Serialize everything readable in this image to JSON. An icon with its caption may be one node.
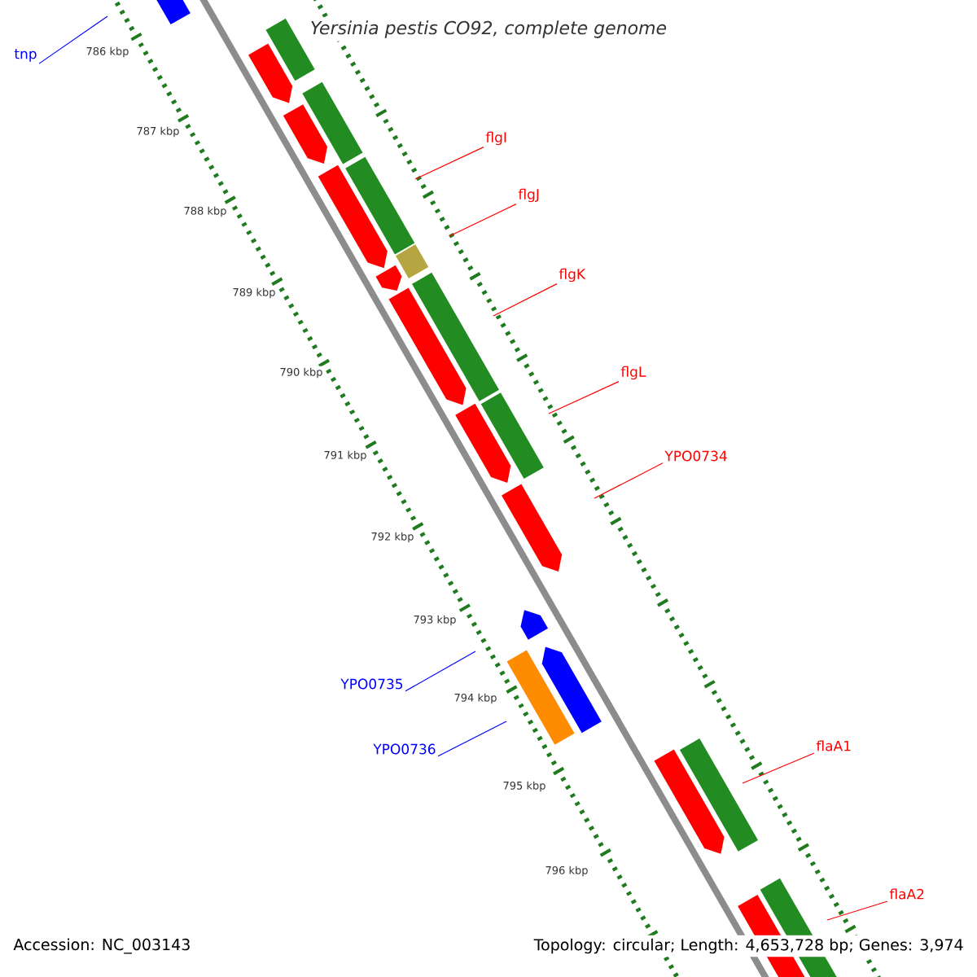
{
  "diagram": {
    "title": "Yersinia pestis CO92, complete genome",
    "nodes": [
      {
        "text": [
          "tnp"
        ]
      },
      {
        "text": [
          "flgI"
        ]
      },
      {
        "text": [
          "flgJ"
        ]
      },
      {
        "text": [
          "flgK"
        ]
      },
      {
        "text": [
          "flgL"
        ]
      },
      {
        "text": [
          "YPO0734"
        ]
      },
      {
        "text": [
          "YPO0735"
        ]
      },
      {
        "text": [
          "YPO0736"
        ]
      },
      {
        "text": [
          "flaA1"
        ]
      },
      {
        "text": [
          "flaA2"
        ]
      }
    ],
    "edges": [
      {
        "from": 0,
        "to": null,
        "arrow": "none",
        "color": "#0000ff"
      },
      {
        "from": 1,
        "to": null,
        "arrow": "none"
      },
      {
        "from": 2,
        "to": null,
        "arrow": "none"
      },
      {
        "from": 3,
        "to": null,
        "arrow": "none"
      },
      {
        "from": 4,
        "to": null,
        "arrow": "none"
      },
      {
        "from": 5,
        "to": null,
        "arrow": "none"
      },
      {
        "from": 6,
        "to": null,
        "arrow": "none",
        "color": "#0000ff"
      },
      {
        "from": 7,
        "to": null,
        "arrow": "none",
        "color": "#0000ff"
      },
      {
        "from": 8,
        "to": null,
        "arrow": "none"
      },
      {
        "from": 9,
        "to": null,
        "arrow": "none"
      }
    ],
    "labels": [
      "786 kbp",
      "787 kbp",
      "788 kbp",
      "789 kbp",
      "790 kbp",
      "791 kbp",
      "792 kbp",
      "793 kbp",
      "794 kbp",
      "795 kbp",
      "796 kbp",
      "Accession: NC_003143",
      "Topology: circular; Length: 4,653,728 bp; Genes: 3,974"
    ]
  }
}
